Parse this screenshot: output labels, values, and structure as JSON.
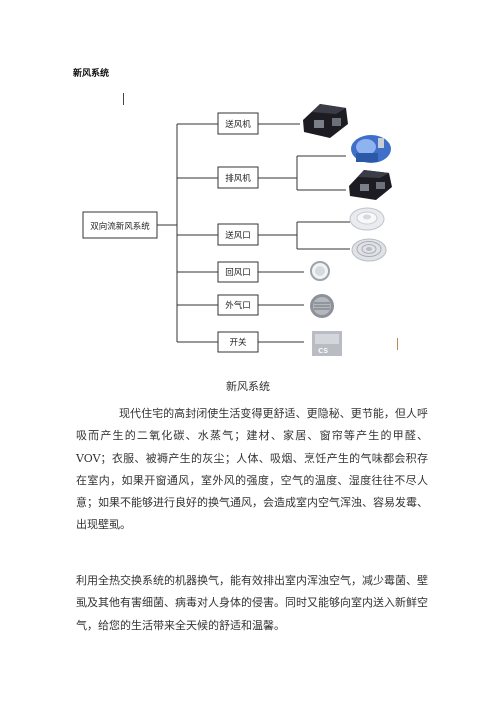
{
  "header": {
    "title": "新风系统"
  },
  "diagram": {
    "root_label": "双向流新风系统",
    "branches": [
      {
        "label": "送风机",
        "items": [
          "fan-unit-icon"
        ]
      },
      {
        "label": "排风机",
        "items": [
          "blower-icon",
          "fan-unit-icon"
        ]
      },
      {
        "label": "送风口",
        "items": [
          "round-diffuser-icon",
          "square-diffuser-icon"
        ]
      },
      {
        "label": "回风口",
        "items": [
          "return-grille-icon"
        ]
      },
      {
        "label": "外气口",
        "items": [
          "wall-hood-icon"
        ]
      },
      {
        "label": "开关",
        "items": [
          "switch-panel-icon"
        ]
      }
    ],
    "switch_panel_text": "CS",
    "caption": "新风系统"
  },
  "body": {
    "paragraph1": "现代住宅的高封闭使生活变得更舒适、更隐秘、更节能，但人呼吸而产生的二氧化碳、水蒸气；建材、家居、窗帘等产生的甲醛、VOV；衣服、被褥产生的灰尘；人体、吸烟、烹饪产生的气味都会积存在室内，如果开窗通风，室外风的强度，空气的温度、湿度往往不尽人意；如果不能够进行良好的换气通风，会造成室内空气浑浊、容易发霉、出现壁虱。",
    "paragraph2": "利用全热交换系统的机器换气，能有效排出室内浑浊空气，减少霉菌、壁虱及其他有害细菌、病毒对人身体的侵害。同时又能够向室内送入新鲜空气，给您的生活带来全天候的舒适和温馨。"
  }
}
